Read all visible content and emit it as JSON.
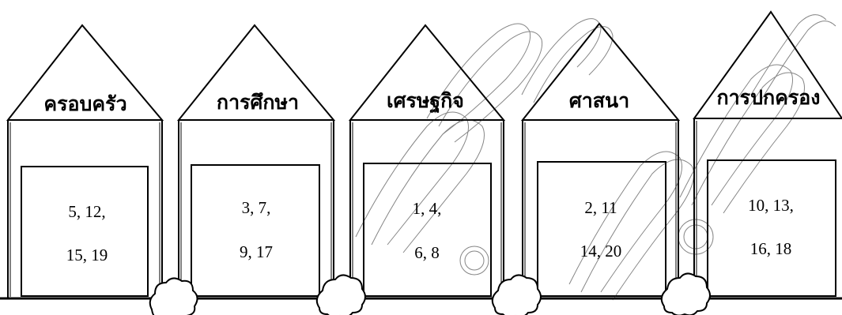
{
  "houses": [
    {
      "title": "ครอบครัว",
      "line1": "5, 12,",
      "line2": "15, 19"
    },
    {
      "title": "การศึกษา",
      "line1": "3, 7,",
      "line2": "9, 17"
    },
    {
      "title": "เศรษฐกิจ",
      "line1": "1, 4,",
      "line2": "6, 8"
    },
    {
      "title": "ศาสนา",
      "line1": "2, 11",
      "line2": "14, 20"
    },
    {
      "title": "การปกครอง",
      "line1": "10, 13,",
      "line2": "16, 18"
    }
  ]
}
